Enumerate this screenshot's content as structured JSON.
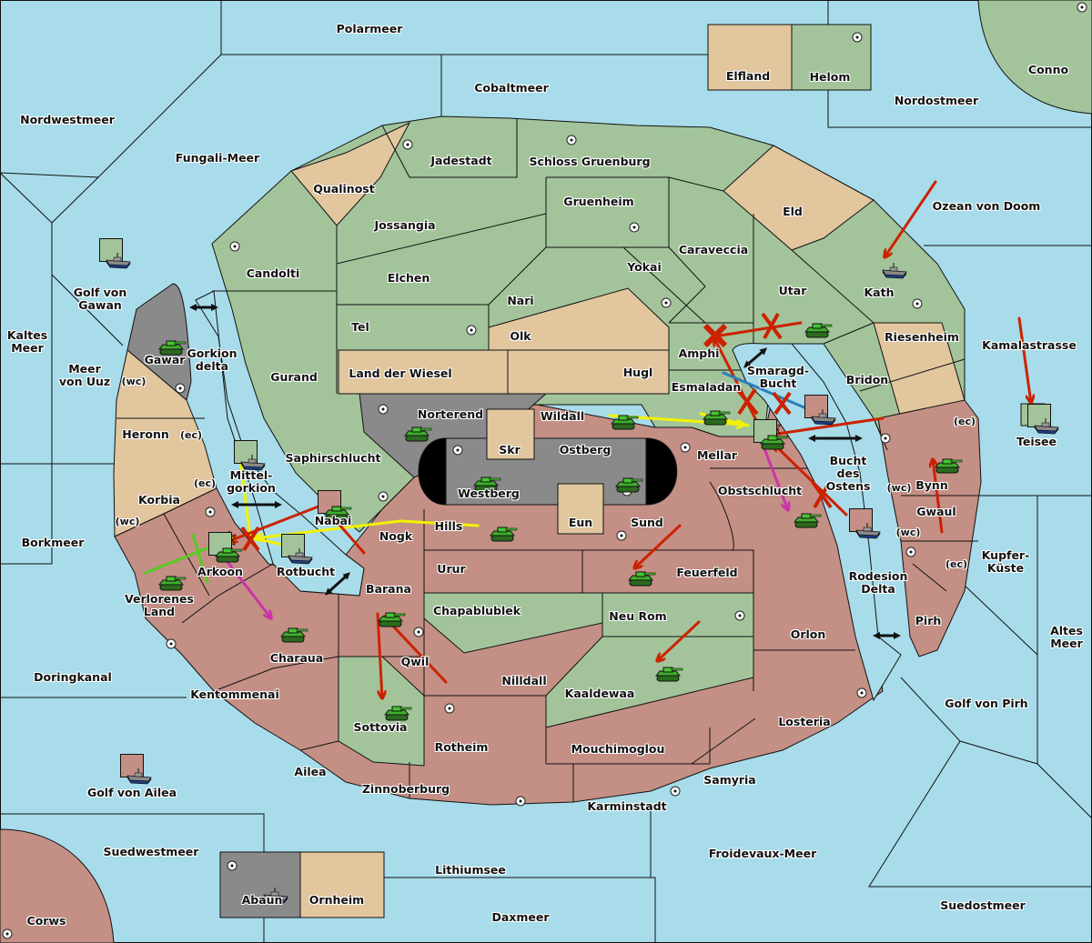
{
  "map": {
    "title": "Diplomacy variant map",
    "colors": {
      "sea": "#a8dcea",
      "power_green": "#a3c49b",
      "power_red": "#c48f85",
      "neutral_tan": "#e1c69e",
      "power_gray": "#8a8a8a",
      "impassable": "#000000",
      "border": "#111111",
      "order_move": "#cc2200",
      "order_support": "#f2f200",
      "order_convoy": "#2a7fba",
      "order_retreat": "#cc33aa",
      "order_hold": "#55cc22"
    },
    "seas": [
      "Polarmeer",
      "Cobaltmeer",
      "Nordwestmeer",
      "Fungali-Meer",
      "Nordostmeer",
      "Ozean von Doom",
      "Golf von Gawan",
      "Kaltes Meer",
      "Meer von Uuz",
      "Gorkion delta",
      "Kamalastrasse",
      "Borkmeer",
      "Mittel-gorkion",
      "Rotbucht",
      "Smaragd-Bucht",
      "Bucht des Ostens",
      "Rodesion Delta",
      "Kupfer-Küste",
      "Altes Meer",
      "Doringkanal",
      "Golf von Pirh",
      "Golf von Ailea",
      "Suedwestmeer",
      "Lithiumsee",
      "Froidevaux-Meer",
      "Daxmeer",
      "Suedostmeer"
    ],
    "labels": {
      "polarmeer": "Polarmeer",
      "cobaltmeer": "Cobaltmeer",
      "nordwestmeer": "Nordwestmeer",
      "fungali": "Fungali-Meer",
      "nordostmeer": "Nordostmeer",
      "ozean": "Ozean von Doom",
      "golf_gawan": "Golf von\nGawan",
      "kaltes": "Kaltes\nMeer",
      "uuz": "Meer\nvon Uuz",
      "gorkion_delta": "Gorkion\ndelta",
      "kamala": "Kamalastrasse",
      "borkmeer": "Borkmeer",
      "mittelgorkion": "Mittel-\ngorkion",
      "rotbucht": "Rotbucht",
      "smaragd": "Smaragd-\nBucht",
      "bucht_ostens": "Bucht\ndes\nOstens",
      "rodesion": "Rodesion\nDelta",
      "kupfer": "Kupfer-\nKüste",
      "altes": "Altes\nMeer",
      "doringkanal": "Doringkanal",
      "golf_pirh": "Golf von Pirh",
      "golf_ailea": "Golf von Ailea",
      "suedwest": "Suedwestmeer",
      "lithium": "Lithiumsee",
      "froidevaux": "Froidevaux-Meer",
      "daxmeer": "Daxmeer",
      "suedost": "Suedostmeer",
      "elfland": "Elfland",
      "helom": "Helom",
      "conno": "Conno",
      "jadestadt": "Jadestadt",
      "schloss": "Schloss Gruenburg",
      "qualinost": "Qualinost",
      "gruenheim": "Gruenheim",
      "eld": "Eld",
      "jossangia": "Jossangia",
      "caraveccia": "Caraveccia",
      "candolti": "Candolti",
      "elchen": "Elchen",
      "yokai": "Yokai",
      "utar": "Utar",
      "kath": "Kath",
      "nari": "Nari",
      "tel": "Tel",
      "olk": "Olk",
      "amphi": "Amphi",
      "riesenheim": "Riesenheim",
      "gawar": "Gawar",
      "gurand": "Gurand",
      "landwiesel": "Land der Wiesel",
      "hugl": "Hugl",
      "esmaladan": "Esmaladan",
      "bridon": "Bridon",
      "teisee": "Teisee",
      "norterend": "Norterend",
      "wildall": "Wildall",
      "heronn": "Heronn",
      "skr": "Skr",
      "ostberg": "Ostberg",
      "mellar": "Mellar",
      "saphir": "Saphirschlucht",
      "westberg": "Westberg",
      "bynn": "Bynn",
      "korbia": "Korbia",
      "obst": "Obstschlucht",
      "nabai": "Nabai",
      "eun": "Eun",
      "hills": "Hills",
      "sund": "Sund",
      "gwaul": "Gwaul",
      "nogk": "Nogk",
      "arkoon": "Arkoon",
      "urur": "Urur",
      "feuerfeld": "Feuerfeld",
      "verloren": "Verlorenes\nLand",
      "barana": "Barana",
      "pirh": "Pirh",
      "chapa": "Chapablublek",
      "neurom": "Neu Rom",
      "orlon": "Orlon",
      "charaua": "Charaua",
      "qwil": "Qwil",
      "nilldall": "Nilldall",
      "kaaldewaa": "Kaaldewaa",
      "kentom": "Kentommenai",
      "sottovia": "Sottovia",
      "rotheim": "Rotheim",
      "losteria": "Losteria",
      "mouchi": "Mouchimoglou",
      "ailea": "Ailea",
      "samyria": "Samyria",
      "zinnober": "Zinnoberburg",
      "karmin": "Karminstadt",
      "abaun": "Abaun",
      "ornheim": "Ornheim",
      "corws": "Corws"
    },
    "coast_tags": {
      "wc": "(wc)",
      "ec": "(ec)"
    },
    "unit_types": [
      "army",
      "fleet"
    ],
    "legend_icons": [
      "supply-center-icon",
      "tank-icon",
      "ship-icon",
      "dislodged-icon",
      "cross-icon",
      "arrow-icon"
    ]
  }
}
